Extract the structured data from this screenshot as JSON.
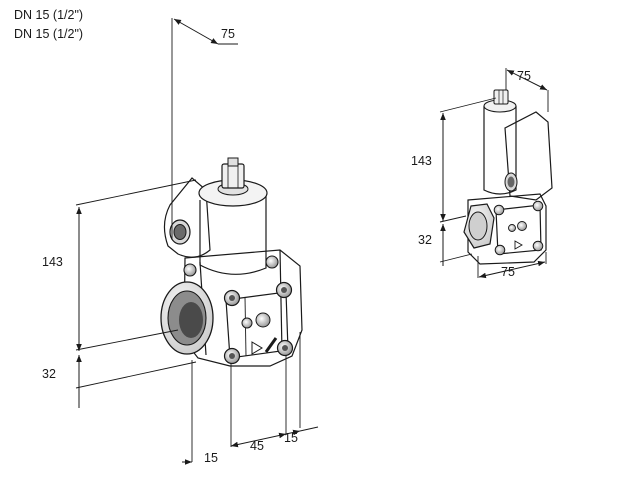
{
  "headings": [
    "DN 15 (1/2\")",
    "DN 15 (1/2\")"
  ],
  "left_view": {
    "dim_top_width": "75",
    "dim_height": "143",
    "dim_base": "32",
    "dim_bottom_a": "15",
    "dim_bottom_b": "45",
    "dim_bottom_c": "15"
  },
  "right_view": {
    "dim_top_width": "75",
    "dim_height": "143",
    "dim_base": "32",
    "dim_bottom_width": "75"
  }
}
